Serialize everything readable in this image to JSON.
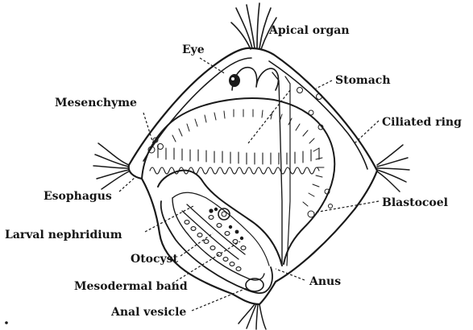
{
  "labels": {
    "apical_organ": "Apical organ",
    "eye": "Eye",
    "stomach": "Stomach",
    "mesenchyme": "Mesenchyme",
    "ciliated_ring": "Ciliated ring",
    "esophagus": "Esophagus",
    "blastocoel": "Blastocoel",
    "larval_nephridium": "Larval nephridium",
    "otocyst": "Otocyst",
    "mesodermal_band": "Mesodermal band",
    "anus": "Anus",
    "anal_vesicle": "Anal vesicle"
  },
  "colors": {
    "ink": "#1a1a1a",
    "paper": "#ffffff"
  }
}
